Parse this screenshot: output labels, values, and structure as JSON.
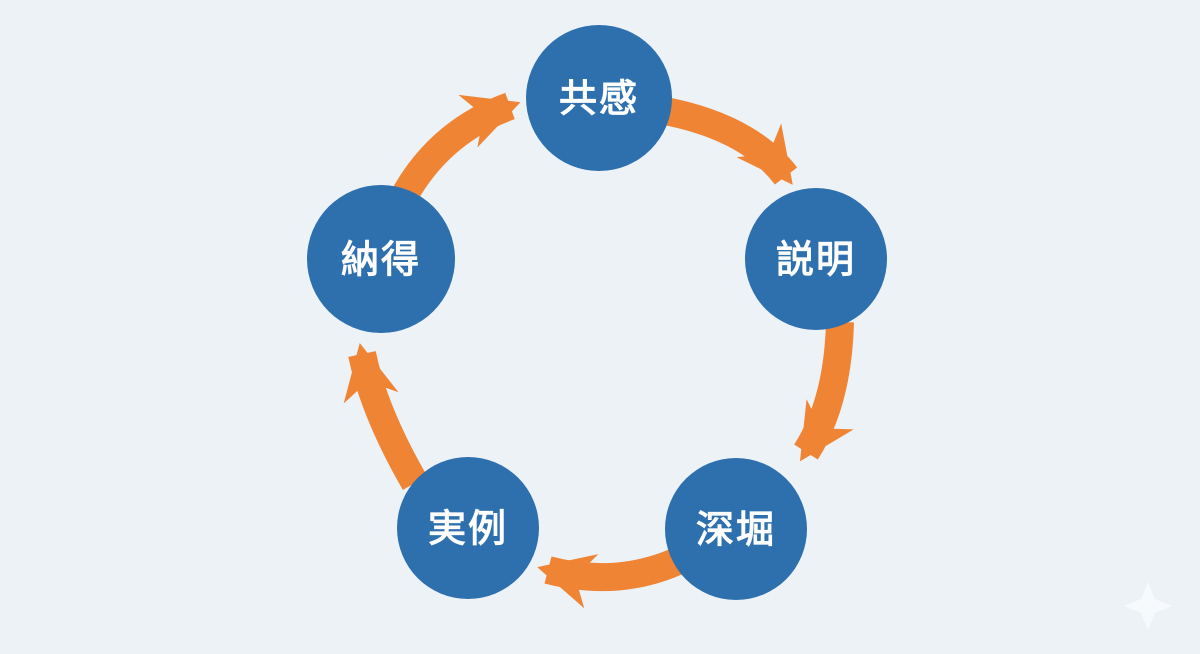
{
  "diagram": {
    "type": "cycle",
    "background_color": "#edf2f7",
    "node_color": "#2e6fad",
    "node_text_color": "#ffffff",
    "arrow_color": "#ee8434",
    "sparkle_color": "#f7fafc",
    "nodes": [
      {
        "id": "empathy",
        "label": "共感"
      },
      {
        "id": "explanation",
        "label": "説明"
      },
      {
        "id": "deep-dive",
        "label": "深堀"
      },
      {
        "id": "example",
        "label": "実例"
      },
      {
        "id": "conviction",
        "label": "納得"
      }
    ],
    "arrows": [
      {
        "from": "共感",
        "to": "説明"
      },
      {
        "from": "説明",
        "to": "深堀"
      },
      {
        "from": "深堀",
        "to": "実例"
      },
      {
        "from": "実例",
        "to": "納得"
      },
      {
        "from": "納得",
        "to": "共感"
      }
    ]
  }
}
